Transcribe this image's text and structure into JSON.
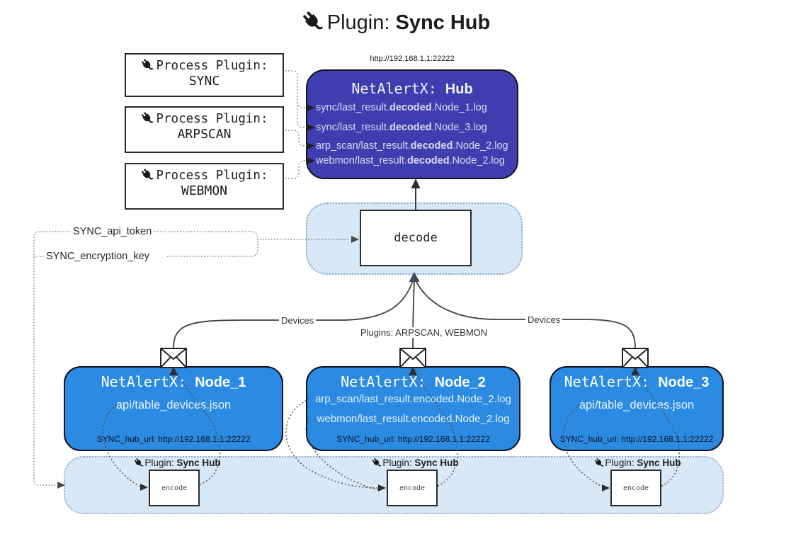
{
  "title": {
    "prefix": "Plugin: ",
    "name": "Sync Hub"
  },
  "hub": {
    "url": "http://192.168.1.1:22222",
    "name_prefix": "NetAlertX: ",
    "name_bold": "Hub",
    "lines": [
      {
        "pre": "sync/last_result.",
        "bold": "decoded",
        "post": ".Node_1.log"
      },
      {
        "pre": "sync/last_result.",
        "bold": "decoded",
        "post": ".Node_3.log"
      },
      {
        "pre": "arp_scan/last_result.",
        "bold": "decoded",
        "post": ".Node_2.log"
      },
      {
        "pre": "webmon/last_result.",
        "bold": "decoded",
        "post": ".Node_2.log"
      }
    ]
  },
  "process_plugins": [
    {
      "label": "Process Plugin:",
      "name": "SYNC"
    },
    {
      "label": "Process Plugin:",
      "name": "ARPSCAN"
    },
    {
      "label": "Process Plugin:",
      "name": "WEBMON"
    }
  ],
  "decode_label": "decode",
  "keys": {
    "api_token": "SYNC_api_token",
    "encryption_key": "SYNC_encryption_key"
  },
  "edge_labels": {
    "devices_left": "Devices",
    "devices_right": "Devices",
    "plugins_mid": "Plugins: ARPSCAN, WEBMON"
  },
  "nodes": [
    {
      "name_prefix": "NetAlertX: ",
      "name_bold": "Node_1",
      "files": [
        "api/table_devices.json"
      ],
      "footer": "SYNC_hub_url: http://192.168.1.1:22222"
    },
    {
      "name_prefix": "NetAlertX: ",
      "name_bold": "Node_2",
      "files": [
        "arp_scan/last_result.encoded.Node_2.log",
        "webmon/last_result.encoded.Node_2.log"
      ],
      "footer": "SYNC_hub_url: http://192.168.1.1:22222"
    },
    {
      "name_prefix": "NetAlertX: ",
      "name_bold": "Node_3",
      "files": [
        "api/table_devices.json"
      ],
      "footer": "SYNC_hub_url: http://192.168.1.1:22222"
    }
  ],
  "bottom": {
    "plugin_prefix": "Plugin: ",
    "plugin_name": "Sync Hub",
    "encode_label": "encode"
  },
  "icons": {
    "plug": "🔌",
    "envelope": "✉"
  },
  "colors": {
    "hub_bg": "#3e3eb0",
    "node_bg": "#2b8ae2",
    "panel_bg": "#d7e8f7",
    "node_border": "#10101c",
    "line": "#3f3f3f",
    "arrow_dark": "#3d4b5f",
    "hub_text": "#dcdcec",
    "node_text": "#e9f2fc"
  }
}
